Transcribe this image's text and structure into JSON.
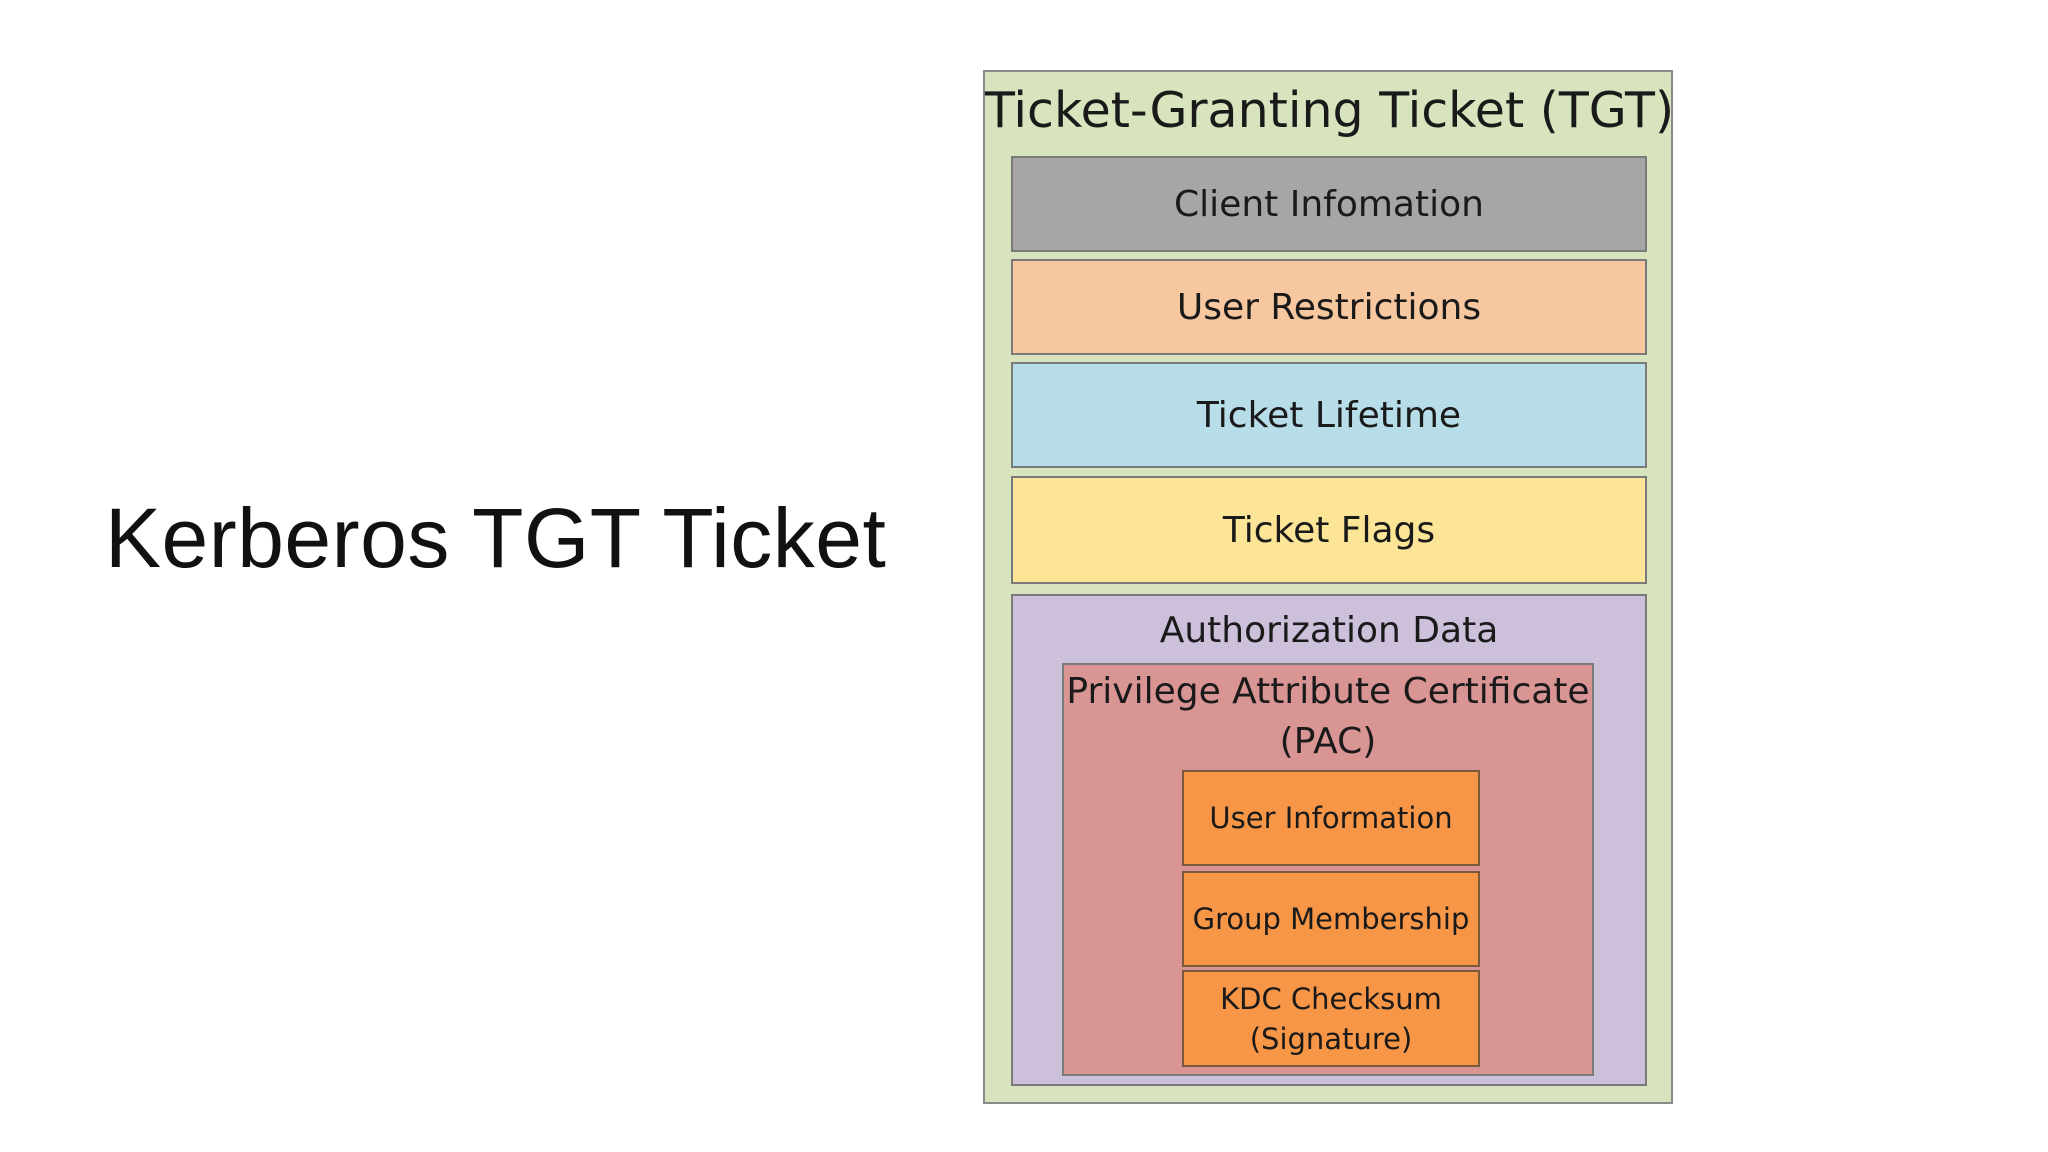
{
  "slide": {
    "title": "Kerberos TGT Ticket"
  },
  "diagram": {
    "container_title": "Ticket-Granting Ticket (TGT)",
    "fields": [
      {
        "label": "Client Infomation",
        "color": "#a6a6a6"
      },
      {
        "label": "User Restrictions",
        "color": "#f7c7a0"
      },
      {
        "label": "Ticket Lifetime",
        "color": "#b7dde8"
      },
      {
        "label": "Ticket Flags",
        "color": "#fce597"
      }
    ],
    "authorization": {
      "title": "Authorization Data",
      "color": "#ccc0da",
      "pac": {
        "title_line1": "Privilege Attribute Certificate",
        "title_line2": "(PAC)",
        "color": "#d99594",
        "items": [
          {
            "line1": "User Information"
          },
          {
            "line1": "Group Membership"
          },
          {
            "line1": "KDC Checksum",
            "line2": "(Signature)"
          }
        ],
        "item_color": "#f79646"
      }
    },
    "container_color": "#d7e4bd"
  }
}
